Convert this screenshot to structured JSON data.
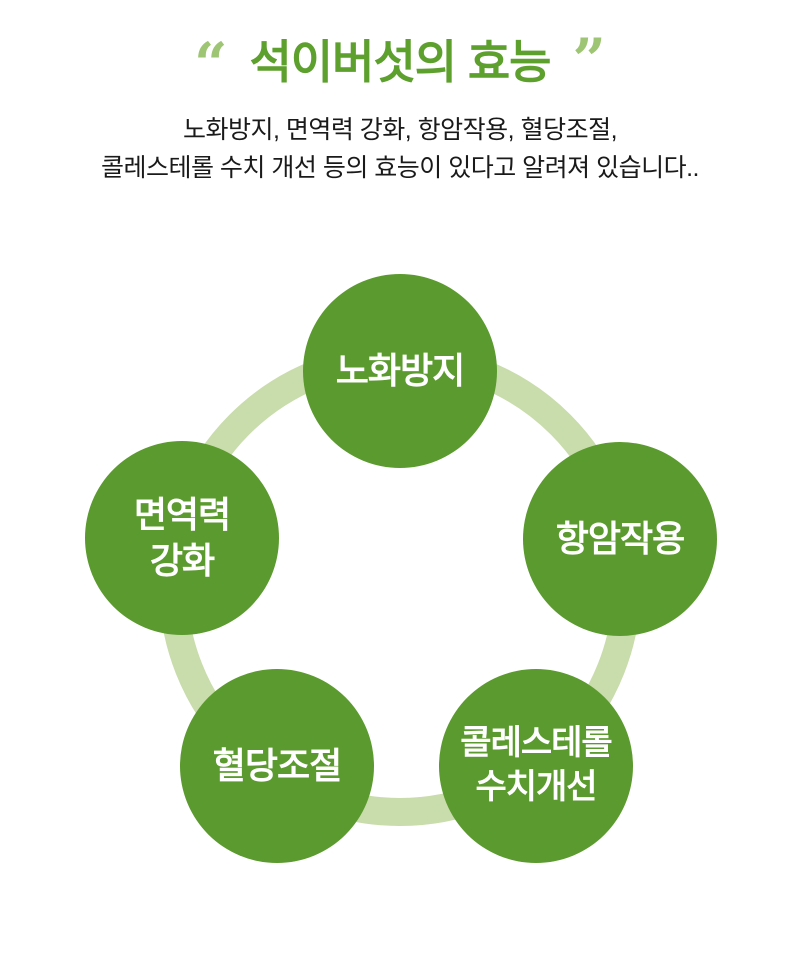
{
  "colors": {
    "circle_green": "#5b9a2e",
    "ring_green": "#c9dcab",
    "title_green": "#5da02e",
    "quote_green": "#9ec573",
    "subtitle_dark": "#1a1a1a",
    "node_text": "#ffffff"
  },
  "header": {
    "open_quote": "“",
    "close_quote": "”",
    "title": "석이버섯의 효능",
    "subtitle_line1": "노화방지, 면역력 강화, 항암작용, 혈당조절,",
    "subtitle_line2": "콜레스테롤 수치 개선 등의 효능이 있다고 알려져 있습니다.."
  },
  "diagram": {
    "nodes": [
      {
        "name": "anti-aging",
        "lines": [
          "노화방지"
        ]
      },
      {
        "name": "immunity-boost",
        "lines": [
          "면역력",
          "강화"
        ]
      },
      {
        "name": "anti-cancer",
        "lines": [
          "항암작용"
        ]
      },
      {
        "name": "blood-sugar-control",
        "lines": [
          "혈당조절"
        ]
      },
      {
        "name": "cholesterol-improvement",
        "lines": [
          "콜레스테롤",
          "수치개선"
        ]
      }
    ]
  }
}
